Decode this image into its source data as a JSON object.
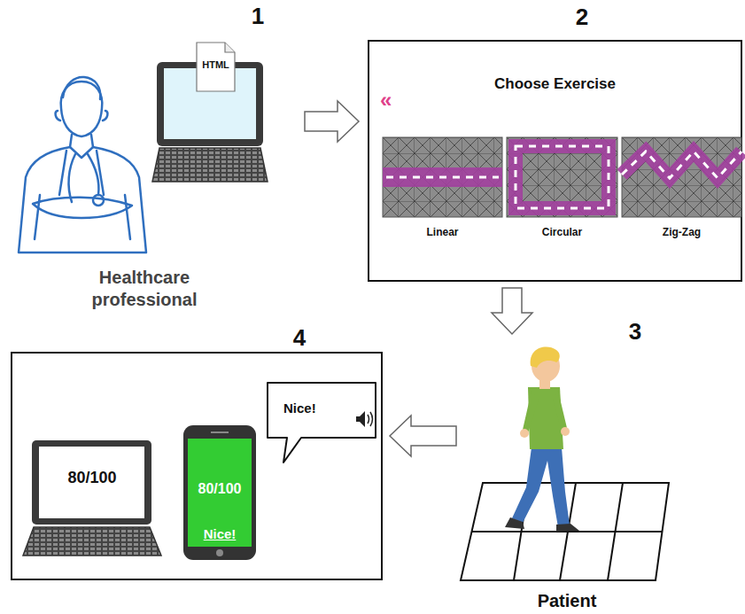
{
  "diagram": {
    "nodes": [
      {
        "text": [
          "HTML"
        ]
      },
      {
        "text": [
          "2",
          "Choose Exercise",
          "«"
        ]
      },
      {
        "text": [
          "Linear"
        ],
        "in": 1
      },
      {
        "text": [
          "Circular"
        ],
        "in": 1
      },
      {
        "text": [
          "Zig-Zag"
        ],
        "in": 1
      },
      {
        "text": [
          "Patient"
        ]
      },
      {
        "text": [
          "4"
        ]
      },
      {
        "text": [
          "80/100"
        ],
        "in": 6
      },
      {
        "text": [
          "80/100",
          "Nice!"
        ],
        "in": 6
      },
      {
        "text": [
          "Nice!"
        ],
        "in": 6
      }
    ],
    "edges": [
      {
        "from": 0,
        "to": 1,
        "arrow": "to"
      },
      {
        "from": 1,
        "to": 5,
        "arrow": "to"
      },
      {
        "from": 5,
        "to": 6,
        "arrow": "to"
      }
    ],
    "labels": [
      "1",
      "Healthcare professional",
      "3"
    ]
  }
}
